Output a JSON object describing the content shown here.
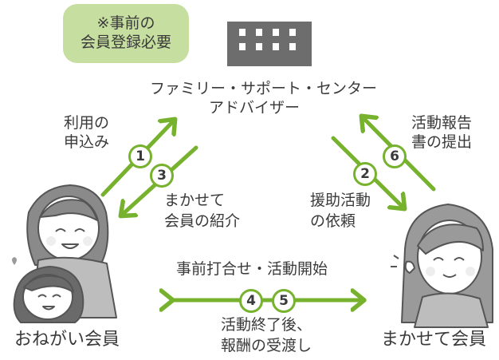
{
  "note": {
    "line1": "※事前の",
    "line2": "会員登録必要"
  },
  "center": {
    "line1": "ファミリー・サポート・センター",
    "line2": "アドバイザー"
  },
  "left_top": {
    "line1": "利用の",
    "line2": "申込み"
  },
  "left_mid": {
    "line1": "まかせて",
    "line2": "会員の紹介"
  },
  "right_top": {
    "line1": "活動報告",
    "line2": "書の提出"
  },
  "right_mid": {
    "line1": "援助活動",
    "line2": "の依頼"
  },
  "bottom_top": "事前打合せ・活動開始",
  "bottom_bottom": {
    "line1": "活動終了後、",
    "line2": "報酬の受渡し"
  },
  "member_left": "おねがい会員",
  "member_right": "まかせて会員",
  "steps": [
    "1",
    "2",
    "3",
    "4",
    "5",
    "6"
  ],
  "colors": {
    "arrow": "#77b22e",
    "note_bg": "#c6dea0",
    "building": "#6d6d6d"
  },
  "icons": [
    "building-icon",
    "mother-child-illustration",
    "woman-illustration"
  ]
}
